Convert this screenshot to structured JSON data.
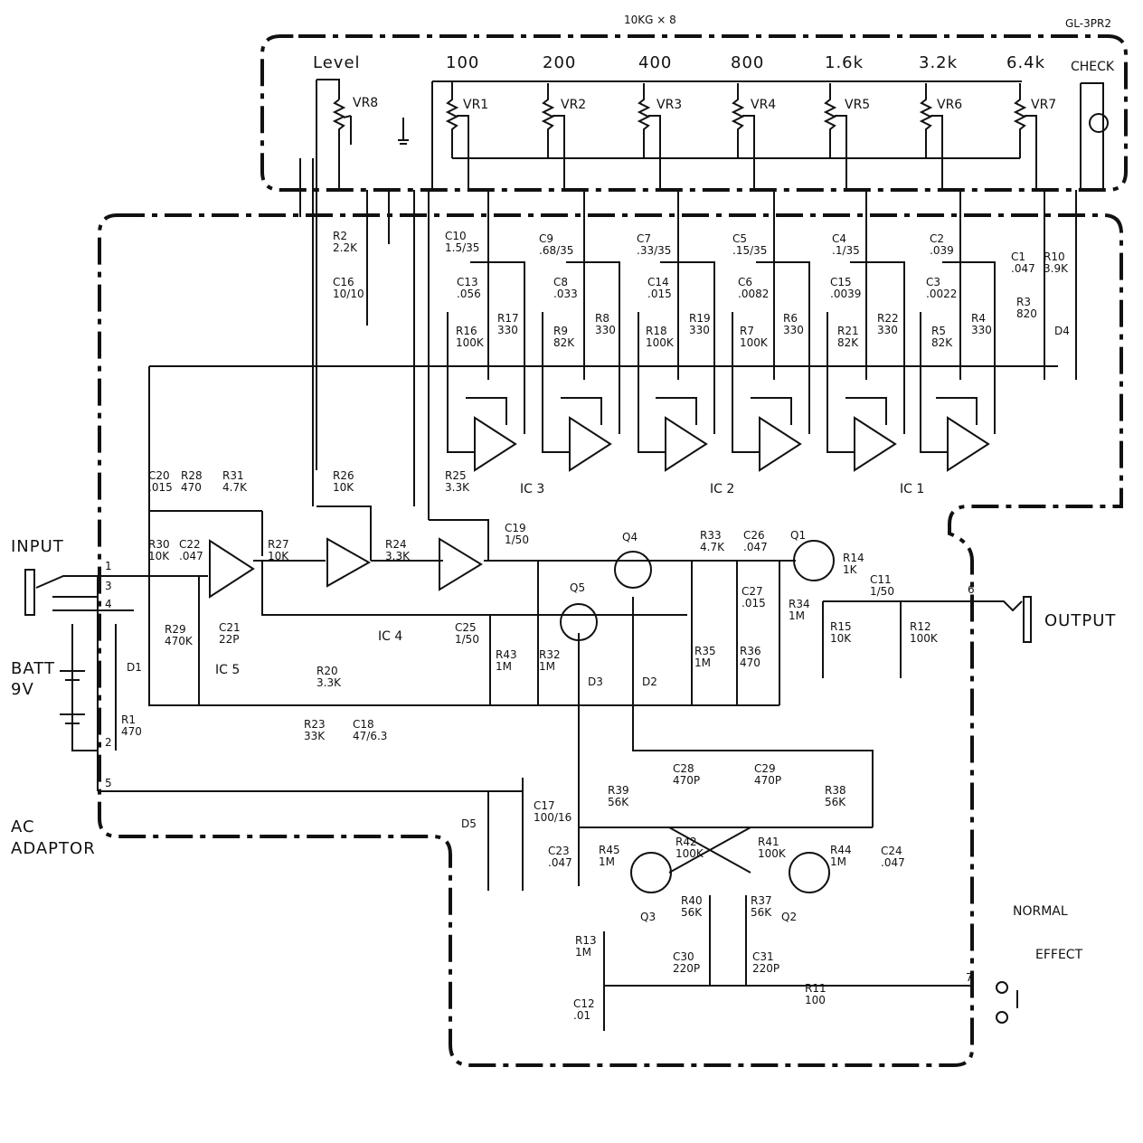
{
  "header": {
    "title": "10KG × 8",
    "model": "GL-3PR2"
  },
  "band_labels": [
    "Level",
    "100",
    "200",
    "400",
    "800",
    "1.6k",
    "3.2k",
    "6.4k",
    "CHECK"
  ],
  "pots": [
    "VR8",
    "VR1",
    "VR2",
    "VR3",
    "VR4",
    "VR5",
    "VR6",
    "VR7"
  ],
  "io": {
    "input": "INPUT",
    "output": "OUTPUT",
    "batt": "BATT",
    "batt_v": "9V",
    "ac": "AC",
    "adaptor": "ADAPTOR",
    "normal": "NORMAL",
    "effect": "EFFECT"
  },
  "pins": [
    "1",
    "3",
    "4",
    "2",
    "5",
    "6",
    "7"
  ],
  "ics": [
    "IC 3",
    "IC 2",
    "IC 1",
    "IC 4",
    "IC 5"
  ],
  "components": [
    {
      "ref": "R2",
      "val": "2.2K"
    },
    {
      "ref": "C16",
      "val": "10/10"
    },
    {
      "ref": "C10",
      "val": "1.5/35"
    },
    {
      "ref": "C13",
      "val": ".056"
    },
    {
      "ref": "R16",
      "val": "100K"
    },
    {
      "ref": "R17",
      "val": "330"
    },
    {
      "ref": "C9",
      "val": ".68/35"
    },
    {
      "ref": "C8",
      "val": ".033"
    },
    {
      "ref": "R9",
      "val": "82K"
    },
    {
      "ref": "R8",
      "val": "330"
    },
    {
      "ref": "C7",
      "val": ".33/35"
    },
    {
      "ref": "C14",
      "val": ".015"
    },
    {
      "ref": "R18",
      "val": "100K"
    },
    {
      "ref": "R19",
      "val": "330"
    },
    {
      "ref": "C5",
      "val": ".15/35"
    },
    {
      "ref": "C6",
      "val": ".0082"
    },
    {
      "ref": "R7",
      "val": "100K"
    },
    {
      "ref": "R6",
      "val": "330"
    },
    {
      "ref": "C4",
      "val": ".1/35"
    },
    {
      "ref": "C15",
      "val": ".0039"
    },
    {
      "ref": "R21",
      "val": "82K"
    },
    {
      "ref": "R22",
      "val": "330"
    },
    {
      "ref": "C2",
      "val": ".039"
    },
    {
      "ref": "C3",
      "val": ".0022"
    },
    {
      "ref": "R5",
      "val": "82K"
    },
    {
      "ref": "R4",
      "val": "330"
    },
    {
      "ref": "C1",
      "val": ".047"
    },
    {
      "ref": "R10",
      "val": "3.9K"
    },
    {
      "ref": "R3",
      "val": "820"
    },
    {
      "ref": "D4",
      "val": ""
    },
    {
      "ref": "C20",
      "val": ".015"
    },
    {
      "ref": "R28",
      "val": "470"
    },
    {
      "ref": "R31",
      "val": "4.7K"
    },
    {
      "ref": "R30",
      "val": "10K"
    },
    {
      "ref": "C22",
      "val": ".047"
    },
    {
      "ref": "R29",
      "val": "470K"
    },
    {
      "ref": "C21",
      "val": "22P"
    },
    {
      "ref": "R27",
      "val": "10K"
    },
    {
      "ref": "R26",
      "val": "10K"
    },
    {
      "ref": "R24",
      "val": "3.3K"
    },
    {
      "ref": "R25",
      "val": "3.3K"
    },
    {
      "ref": "C19",
      "val": "1/50"
    },
    {
      "ref": "C25",
      "val": "1/50"
    },
    {
      "ref": "R43",
      "val": "1M"
    },
    {
      "ref": "R32",
      "val": "1M"
    },
    {
      "ref": "Q4",
      "val": ""
    },
    {
      "ref": "Q5",
      "val": ""
    },
    {
      "ref": "D3",
      "val": ""
    },
    {
      "ref": "D2",
      "val": ""
    },
    {
      "ref": "R33",
      "val": "4.7K"
    },
    {
      "ref": "C26",
      "val": ".047"
    },
    {
      "ref": "C27",
      "val": ".015"
    },
    {
      "ref": "R35",
      "val": "1M"
    },
    {
      "ref": "R36",
      "val": "470"
    },
    {
      "ref": "R34",
      "val": "1M"
    },
    {
      "ref": "Q1",
      "val": ""
    },
    {
      "ref": "R14",
      "val": "1K"
    },
    {
      "ref": "C11",
      "val": "1/50"
    },
    {
      "ref": "R15",
      "val": "10K"
    },
    {
      "ref": "R12",
      "val": "100K"
    },
    {
      "ref": "D1",
      "val": ""
    },
    {
      "ref": "R1",
      "val": "470"
    },
    {
      "ref": "R20",
      "val": "3.3K"
    },
    {
      "ref": "R23",
      "val": "33K"
    },
    {
      "ref": "C18",
      "val": "47/6.3"
    },
    {
      "ref": "D5",
      "val": ""
    },
    {
      "ref": "C17",
      "val": "100/16"
    },
    {
      "ref": "C23",
      "val": ".047"
    },
    {
      "ref": "R39",
      "val": "56K"
    },
    {
      "ref": "C28",
      "val": "470P"
    },
    {
      "ref": "R45",
      "val": "1M"
    },
    {
      "ref": "R42",
      "val": "100K"
    },
    {
      "ref": "C29",
      "val": "470P"
    },
    {
      "ref": "R41",
      "val": "100K"
    },
    {
      "ref": "R38",
      "val": "56K"
    },
    {
      "ref": "R44",
      "val": "1M"
    },
    {
      "ref": "C24",
      "val": ".047"
    },
    {
      "ref": "Q3",
      "val": ""
    },
    {
      "ref": "Q2",
      "val": ""
    },
    {
      "ref": "R40",
      "val": "56K"
    },
    {
      "ref": "R37",
      "val": "56K"
    },
    {
      "ref": "C30",
      "val": "220P"
    },
    {
      "ref": "C31",
      "val": "220P"
    },
    {
      "ref": "R13",
      "val": "1M"
    },
    {
      "ref": "C12",
      "val": ".01"
    },
    {
      "ref": "R11",
      "val": "100"
    }
  ]
}
